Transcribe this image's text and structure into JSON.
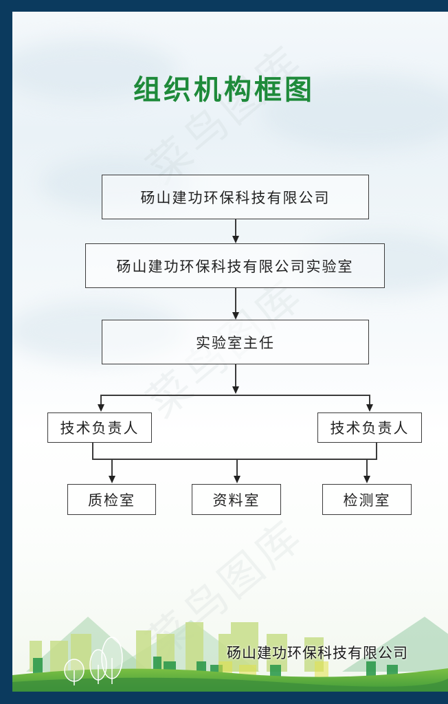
{
  "title": "组织机构框图",
  "watermark": "菜鸟图库",
  "colors": {
    "frame": "#0b3a5e",
    "title": "#1e8a3a",
    "box_border": "#3a3a3a",
    "text": "#222222"
  },
  "org_chart": {
    "level1": "砀山建功环保科技有限公司",
    "level2": "砀山建功环保科技有限公司实验室",
    "level3": "实验室主任",
    "level4": [
      "技术负责人",
      "技术负责人"
    ],
    "level5": [
      "质检室",
      "资料室",
      "检测室"
    ]
  },
  "footer": {
    "company": "砀山建功环保科技有限公司"
  }
}
